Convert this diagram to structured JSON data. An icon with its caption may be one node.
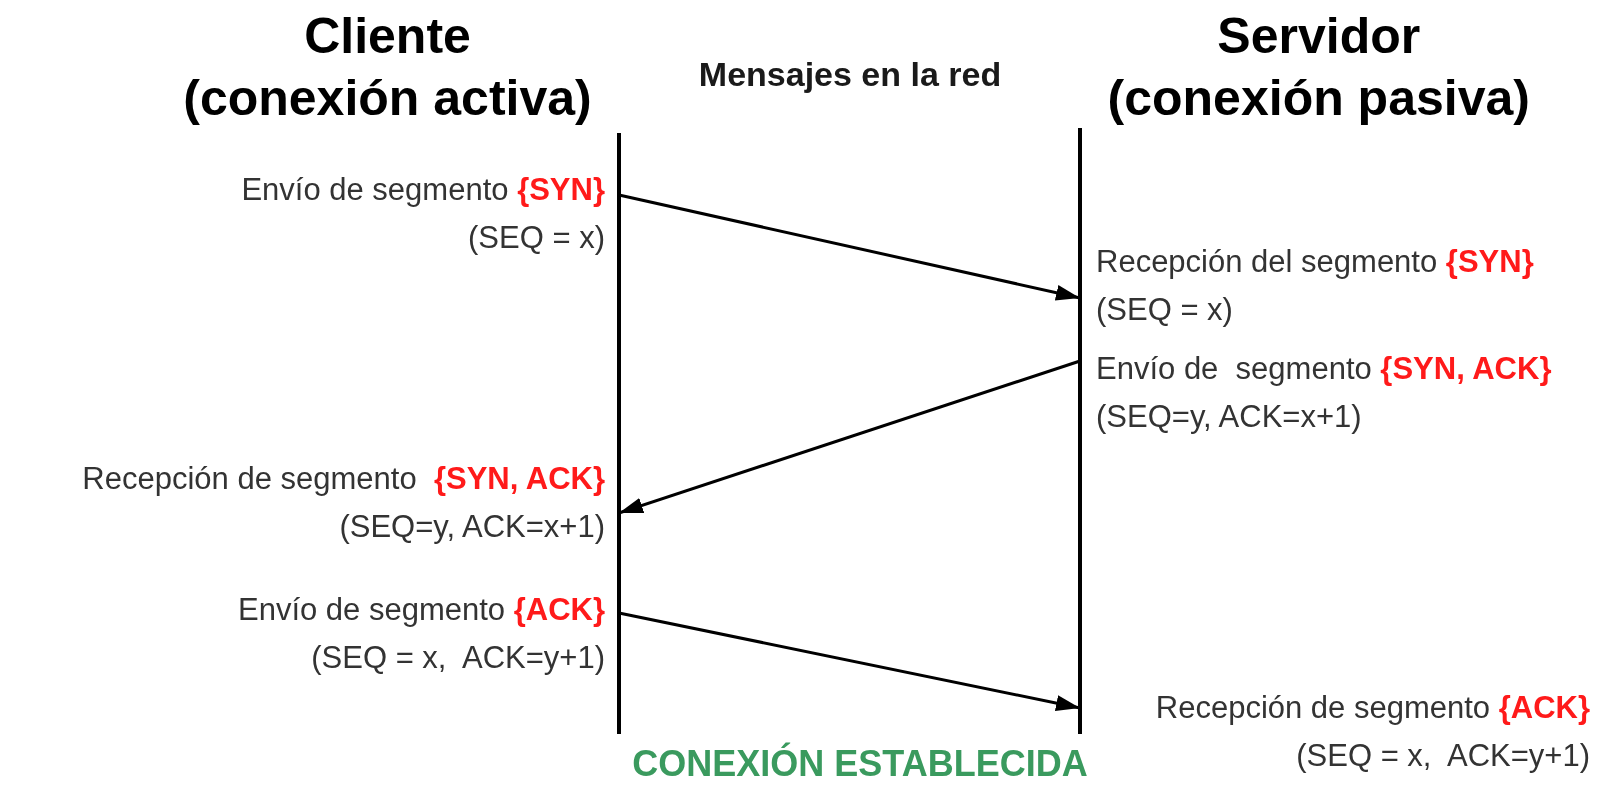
{
  "diagram": {
    "nodes": [
      {
        "text": [
          "Envío de segmento **{SYN}**",
          "(SEQ = x)"
        ]
      },
      {
        "text": [
          "Recepción del segmento **{SYN}**",
          "(SEQ = x)"
        ]
      },
      {
        "text": [
          "Envío de  segmento **{SYN, ACK}**",
          "(SEQ=y, ACK=x+1)"
        ]
      },
      {
        "text": [
          "Recepción de segmento  **{SYN, ACK}**",
          "(SEQ=y, ACK=x+1)"
        ]
      },
      {
        "text": [
          "Envío de segmento **{ACK}**",
          "(SEQ = x,  ACK=y+1)"
        ]
      },
      {
        "text": [
          "Recepción de segmento **{ACK}**",
          "(SEQ = x,  ACK=y+1)"
        ]
      }
    ],
    "edges": [
      {
        "from": 0,
        "to": 1,
        "arrow": "to"
      },
      {
        "from": 2,
        "to": 3,
        "arrow": "to"
      },
      {
        "from": 4,
        "to": 5,
        "arrow": "to"
      }
    ],
    "labels": [
      "Cliente (conexión activa)",
      "Mensajes en la red",
      "Servidor (conexión pasiva)",
      "CONEXIÓN ESTABLECIDA"
    ]
  }
}
